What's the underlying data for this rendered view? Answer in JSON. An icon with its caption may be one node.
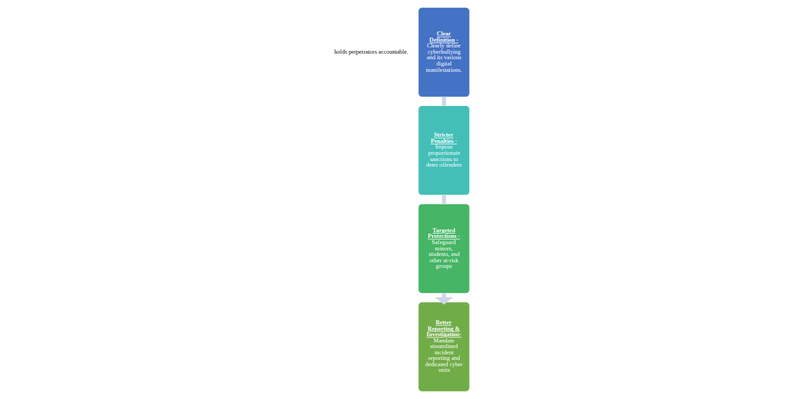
{
  "diagram": {
    "nodes": [
      {
        "text": [
          "Clear Definition -",
          "Clearly define cyberbullying and its various digital manifestations."
        ]
      },
      {
        "text": [
          "Stricter Penalties -",
          "Impose proportionate sanctions to deter offenders"
        ]
      },
      {
        "text": [
          "Targeted Protections -",
          "Safeguard minors, students, and other at-risk groups"
        ]
      },
      {
        "text": [
          "Better Reporting & Investigation-",
          "Mandate streamlined incident reporting and dedicated cyber units"
        ]
      }
    ],
    "edges": [
      {
        "from": 0,
        "to": 1,
        "arrow": "none"
      },
      {
        "from": 1,
        "to": 2,
        "arrow": "none"
      },
      {
        "from": 2,
        "to": 3,
        "arrow": "to"
      }
    ],
    "labels": [
      "holds perpetrators accountable."
    ]
  }
}
